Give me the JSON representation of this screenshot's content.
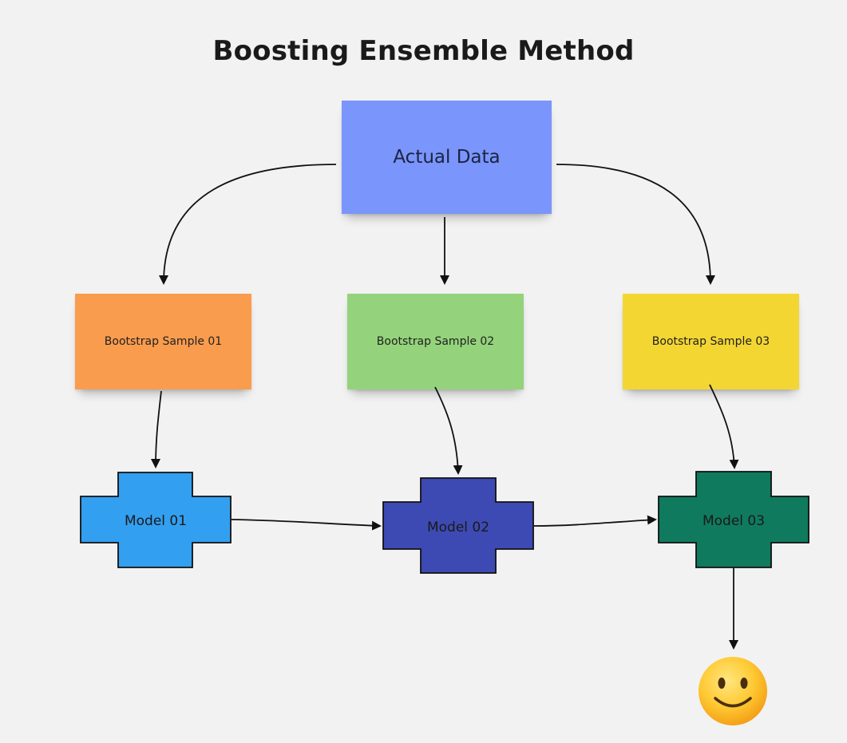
{
  "title": "Boosting Ensemble Method",
  "nodes": {
    "actual_data": {
      "label": "Actual Data",
      "color": "#7a95fb"
    },
    "samples": [
      {
        "label": "Bootstrap Sample 01",
        "color": "#fa9c4e"
      },
      {
        "label": "Bootstrap Sample 02",
        "color": "#94d37b"
      },
      {
        "label": "Bootstrap Sample 03",
        "color": "#f4d633"
      }
    ],
    "models": [
      {
        "label": "Model 01",
        "color": "#339ff0"
      },
      {
        "label": "Model 02",
        "color": "#3d4ab3"
      },
      {
        "label": "Model 03",
        "color": "#0f7a5e"
      }
    ],
    "result": {
      "icon": "smiley-face-icon"
    }
  },
  "edges": [
    [
      "actual_data",
      "sample_01"
    ],
    [
      "actual_data",
      "sample_02"
    ],
    [
      "actual_data",
      "sample_03"
    ],
    [
      "sample_01",
      "model_01"
    ],
    [
      "sample_02",
      "model_02"
    ],
    [
      "sample_03",
      "model_03"
    ],
    [
      "model_01",
      "model_02"
    ],
    [
      "model_02",
      "model_03"
    ],
    [
      "model_03",
      "result"
    ]
  ]
}
